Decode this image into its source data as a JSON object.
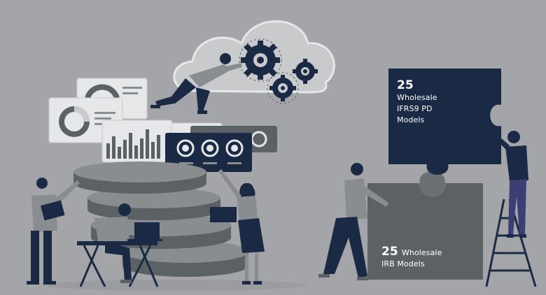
{
  "colors": {
    "background": "#a3a5a8",
    "navy": "#1b2a44",
    "slate": "#5c6166",
    "light": "#e6e7e8",
    "mid_grey": "#8a8d90"
  },
  "puzzle_top": {
    "number": "25",
    "lines": [
      "Wholesale",
      "IFRS9 PD",
      "Models"
    ]
  },
  "puzzle_bottom": {
    "number": "25",
    "line1_rest": "Wholesale",
    "line2": "IRB Models"
  },
  "icons": [
    "cloud-icon",
    "gear-icon",
    "database-stack-icon",
    "puzzle-icon",
    "ladder-icon",
    "laptop-icon",
    "clipboard-icon"
  ]
}
